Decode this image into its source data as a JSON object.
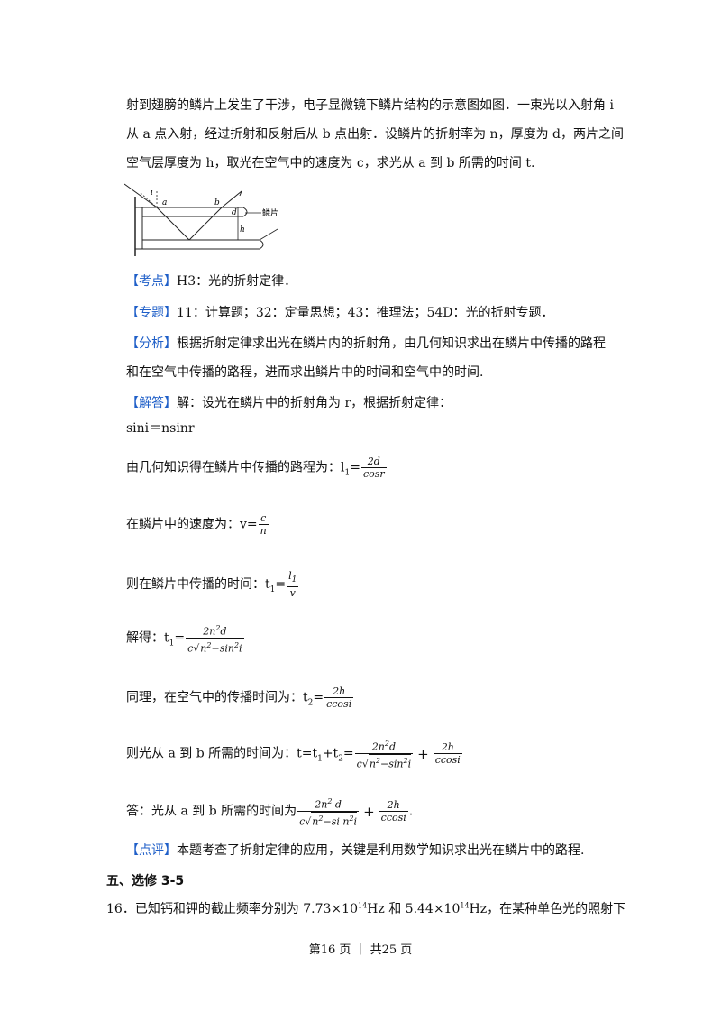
{
  "intro": {
    "line1": "射到翅膀的鳞片上发生了干涉，电子显微镜下鳞片结构的示意图如图．一束光以入射角 i",
    "line2": "从 a 点入射，经过折射和反射后从 b 点出射．设鳞片的折射率为 n，厚度为 d，两片之间",
    "line3": "空气层厚度为 h，取光在空气中的速度为 c，求光从 a 到 b 所需的时间 t."
  },
  "figure": {
    "label_i": "i",
    "label_a": "a",
    "label_b": "b",
    "label_d": "d",
    "label_h": "h",
    "label_scale": "鳞片"
  },
  "kaodian": {
    "tag": "【考点】",
    "text": "H3：光的折射定律．"
  },
  "zhuanti": {
    "tag": "【专题】",
    "text": "11：计算题；32：定量思想；43：推理法；54D：光的折射专题．"
  },
  "fenxi": {
    "tag": "【分析】",
    "text1": "根据折射定律求出光在鳞片内的折射角，由几何知识求出在鳞片中传播的路程",
    "text2": "和在空气中传播的路程，进而求出鳞片中的时间和空气中的时间."
  },
  "jieda": {
    "tag": "【解答】",
    "text": "解：设光在鳞片中的折射角为 r，根据折射定律："
  },
  "snell": "sini＝nsinr",
  "path": {
    "prefix": "由几何知识得在鳞片中传播的路程为：l",
    "sub": "1",
    "eq": "=",
    "num": "2d",
    "den": "cosr"
  },
  "speed": {
    "prefix": "在鳞片中的速度为：v=",
    "num": "c",
    "den": "n"
  },
  "time1": {
    "prefix": "则在鳞片中传播的时间：t",
    "sub": "1",
    "eq": "=",
    "num": "l",
    "num_sub": "1",
    "den": "v"
  },
  "solve": {
    "prefix": "解得：t",
    "sub": "1",
    "eq": "=",
    "num": "2n",
    "num_sup": "2",
    "num_tail": "d",
    "den_c": "c",
    "den_rad": "n",
    "den_rad_sup": "2",
    "den_rad_mid": "−sin",
    "den_rad_sup2": "2",
    "den_rad_tail": "i"
  },
  "air": {
    "prefix": "同理，在空气中的传播时间为：t",
    "sub": "2",
    "eq": "=",
    "num": "2h",
    "den": "ccosi"
  },
  "total": {
    "prefix": "则光从 a 到 b 所需的时间为：t=t",
    "sub1": "1",
    "plus_t": "+t",
    "sub2": "2",
    "eq": "=",
    "num": "2n",
    "num_sup": "2",
    "num_tail": "d",
    "den_c": "c",
    "den_rad": "n",
    "den_rad_sup": "2",
    "den_rad_mid": "−sin",
    "den_rad_sup2": "2",
    "den_rad_tail": "i",
    "plus": "+",
    "num2": "2h",
    "den2": "ccosi"
  },
  "answer": {
    "prefix": "答：光从 a 到 b 所需的时间为",
    "num": "2n",
    "num_sup": "2",
    "num_tail": " d",
    "den_c": "c",
    "den_rad": "n",
    "den_rad_sup": "2",
    "den_rad_mid": "−si n",
    "den_rad_sup2": "2",
    "den_rad_tail": "i",
    "plus": "+",
    "num2": "2h",
    "den2": "ccosi",
    "end": "."
  },
  "dianping": {
    "tag": "【点评】",
    "text": "本题考查了折射定律的应用，关键是利用数学知识求出光在鳞片中的路程."
  },
  "section": "五、选修 3-5",
  "q16": {
    "prefix": "16．已知钙和钾的截止频率分别为 7.73×10",
    "sup1": "14",
    "mid": "Hz 和 5.44×10",
    "sup2": "14",
    "tail": "Hz，在某种单色光的照射下"
  },
  "footer": "第16 页 ｜ 共25 页"
}
